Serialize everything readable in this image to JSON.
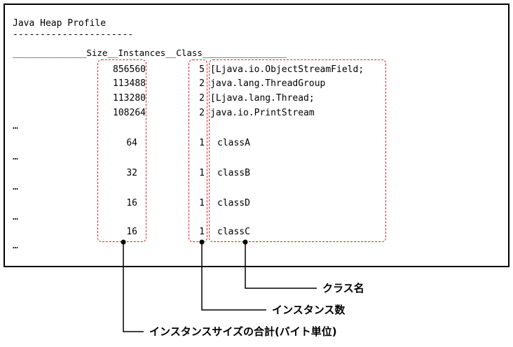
{
  "profile": {
    "title": "Java Heap Profile",
    "separator": "----------------------",
    "header": "______________Size__Instances__Class________________"
  },
  "rows": [
    {
      "size": "856560",
      "instances": "5",
      "class": "[Ljava.io.ObjectStreamField;"
    },
    {
      "size": "113488",
      "instances": "2",
      "class": "java.lang.ThreadGroup"
    },
    {
      "size": "113280",
      "instances": "2",
      "class": "[Ljava.lang.Thread;"
    },
    {
      "size": "108264",
      "instances": "2",
      "class": "java.io.PrintStream"
    },
    {
      "size": "64",
      "instances": "1",
      "class": "classA"
    },
    {
      "size": "32",
      "instances": "1",
      "class": "classB"
    },
    {
      "size": "16",
      "instances": "1",
      "class": "classD"
    },
    {
      "size": "16",
      "instances": "1",
      "class": "classC"
    }
  ],
  "ellipsis": "…",
  "callouts": {
    "class_name": "クラス名",
    "instance_count": "インスタンス数",
    "total_size": "インスタンスサイズの合計(バイト単位)"
  },
  "colors": {
    "highlight": "#e02020"
  }
}
